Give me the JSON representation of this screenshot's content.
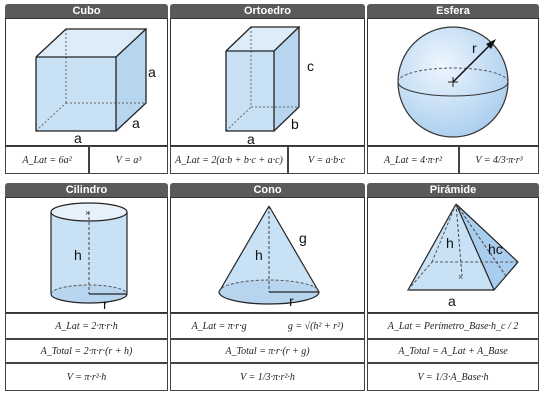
{
  "headers": {
    "cubo": "Cubo",
    "ortoedro": "Ortoedro",
    "esfera": "Esfera",
    "cilindro": "Cilindro",
    "cono": "Cono",
    "piramide": "Pirámide"
  },
  "labels": {
    "cubo_a1": "a",
    "cubo_a2": "a",
    "cubo_a3": "a",
    "ortoedro_c": "c",
    "ortoedro_b": "b",
    "ortoedro_a": "a",
    "esfera_r": "r",
    "cilindro_h": "h",
    "cilindro_r": "r",
    "cono_h": "h",
    "cono_g": "g",
    "cono_r": "r",
    "piramide_h": "h",
    "piramide_hc": "hc",
    "piramide_a": "a"
  },
  "formulas": {
    "cubo_area": "A_Lat = 6a²",
    "cubo_volume": "V = a³",
    "ortoedro_area": "A_Lat = 2(a·b + b·c + a·c)",
    "ortoedro_volume": "V = a·b·c",
    "esfera_area": "A_Lat = 4·π·r²",
    "esfera_volume": "V = 4/3·π·r³",
    "cilindro_lat": "A_Lat = 2·π·r·h",
    "cilindro_total": "A_Total = 2·π·r·(r + h)",
    "cilindro_volume": "V = π·r²·h",
    "cono_lat": "A_Lat = π·r·g",
    "cono_g": "g = √(h² + r²)",
    "cono_total": "A_Total = π·r·(r + g)",
    "cono_volume": "V = 1/3·π·r²·h",
    "piramide_lat": "A_Lat = Perímetro_Base·h_c / 2",
    "piramide_total": "A_Total = A_Lat + A_Base",
    "piramide_volume": "V = 1/3·A_Base·h"
  },
  "colors": {
    "header_bg": "#5a5a5a",
    "solid_fill": "#c9e1f5",
    "edge": "#333333"
  }
}
